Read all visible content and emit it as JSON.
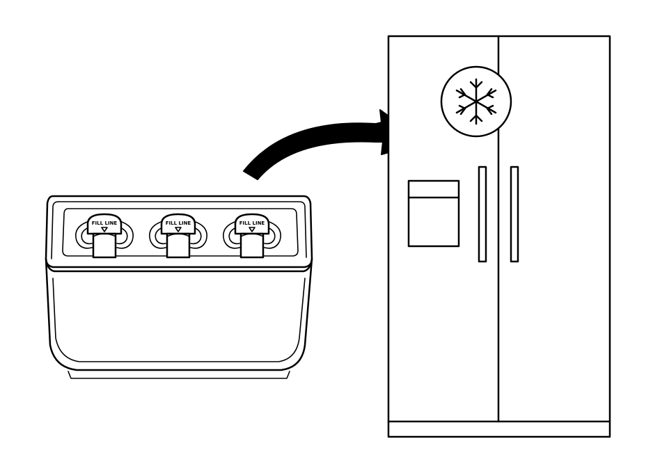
{
  "illustration": {
    "tray": {
      "icon": "ice-tray-with-three-cups",
      "cups": [
        {
          "label": "FILL LINE"
        },
        {
          "label": "FILL LINE"
        },
        {
          "label": "FILL LINE"
        }
      ]
    },
    "arrow": {
      "icon": "curved-arrow-right"
    },
    "refrigerator": {
      "icon": "side-by-side-refrigerator",
      "freezer_badge_icon": "snowflake-icon"
    }
  }
}
